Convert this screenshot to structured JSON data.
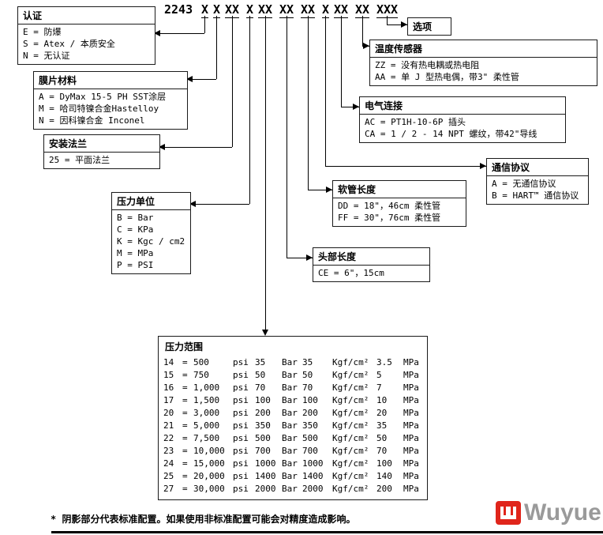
{
  "code": {
    "prefix": "2243",
    "groups": [
      "X",
      "X",
      "XX",
      "X",
      "XX",
      "XX",
      "XX",
      "X",
      "XX",
      "XX",
      "XXX"
    ]
  },
  "boxes": {
    "certification": {
      "title": "认证",
      "options": [
        "E = 防爆",
        "S = Atex / 本质安全",
        "N = 无认证"
      ]
    },
    "diaphragm_material": {
      "title": "膜片材料",
      "options": [
        "A = DyMax 15-5 PH SST涂层",
        "M = 哈司特镍合金Hastelloy",
        "N = 因科镍合金 Inconel"
      ]
    },
    "mounting_flange": {
      "title": "安装法兰",
      "options": [
        "25 = 平面法兰"
      ]
    },
    "pressure_unit": {
      "title": "压力单位",
      "options": [
        "B = Bar",
        "C = KPa",
        "K = Kgc / cm2",
        "M = MPa",
        "P = PSI"
      ]
    },
    "options": {
      "title": "选项"
    },
    "temperature_sensor": {
      "title": "温度传感器",
      "options": [
        "ZZ = 没有热电耦或热电阻",
        "AA = 单 J 型热电偶，带3\" 柔性管"
      ]
    },
    "electrical_connection": {
      "title": "电气连接",
      "options": [
        "AC = PT1H-10-6P 插头",
        "CA = 1 / 2 - 14 NPT 螺纹，带42\"导线"
      ]
    },
    "communication_protocol": {
      "title": "通信协议",
      "options": [
        "A = 无通信协议",
        "B = HART™ 通信协议"
      ]
    },
    "hose_length": {
      "title": "软管长度",
      "options": [
        "DD = 18\"，46cm 柔性管",
        "FF = 30\"，76cm 柔性管"
      ]
    },
    "head_length": {
      "title": "头部长度",
      "options": [
        "CE = 6\"，15cm"
      ]
    }
  },
  "pressure_table": {
    "title": "压力范围",
    "rows": [
      [
        "14",
        "=",
        "500",
        "psi",
        "35",
        "Bar",
        "35",
        "Kgf/cm²",
        "3.5",
        "MPa"
      ],
      [
        "15",
        "=",
        "750",
        "psi",
        "50",
        "Bar",
        "50",
        "Kgf/cm²",
        "5",
        "MPa"
      ],
      [
        "16",
        "=",
        "1,000",
        "psi",
        "70",
        "Bar",
        "70",
        "Kgf/cm²",
        "7",
        "MPa"
      ],
      [
        "17",
        "=",
        "1,500",
        "psi",
        "100",
        "Bar",
        "100",
        "Kgf/cm²",
        "10",
        "MPa"
      ],
      [
        "20",
        "=",
        "3,000",
        "psi",
        "200",
        "Bar",
        "200",
        "Kgf/cm²",
        "20",
        "MPa"
      ],
      [
        "21",
        "=",
        "5,000",
        "psi",
        "350",
        "Bar",
        "350",
        "Kgf/cm²",
        "35",
        "MPa"
      ],
      [
        "22",
        "=",
        "7,500",
        "psi",
        "500",
        "Bar",
        "500",
        "Kgf/cm²",
        "50",
        "MPa"
      ],
      [
        "23",
        "=",
        "10,000",
        "psi",
        "700",
        "Bar",
        "700",
        "Kgf/cm²",
        "70",
        "MPa"
      ],
      [
        "24",
        "=",
        "15,000",
        "psi",
        "1000",
        "Bar",
        "1000",
        "Kgf/cm²",
        "100",
        "MPa"
      ],
      [
        "25",
        "=",
        "20,000",
        "psi",
        "1400",
        "Bar",
        "1400",
        "Kgf/cm²",
        "140",
        "MPa"
      ],
      [
        "27",
        "=",
        "30,000",
        "psi",
        "2000",
        "Bar",
        "2000",
        "Kgf/cm²",
        "200",
        "MPa"
      ]
    ]
  },
  "footnote": "* 阴影部分代表标准配置。如果使用非标准配置可能会对精度造成影响。",
  "logo": {
    "text": "Wuyue",
    "red": "#e0251b",
    "gray": "#9a9a9a"
  }
}
